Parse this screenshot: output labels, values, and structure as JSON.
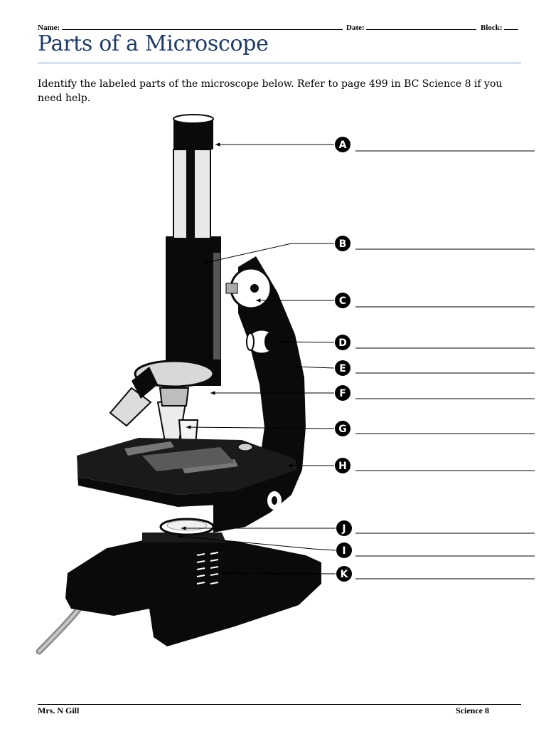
{
  "header": {
    "name_label": "Name:",
    "date_label": "Date:",
    "block_label": "Block:"
  },
  "title": "Parts of a Microscope",
  "instructions": "Identify the labeled parts of the microscope below. Refer to page 499 in BC Science 8 if you need help.",
  "diagram": {
    "labels": [
      "A",
      "B",
      "C",
      "D",
      "E",
      "F",
      "G",
      "H",
      "J",
      "I",
      "K"
    ]
  },
  "footer": {
    "author": "Mrs. N Gill",
    "course": "Science 8"
  }
}
